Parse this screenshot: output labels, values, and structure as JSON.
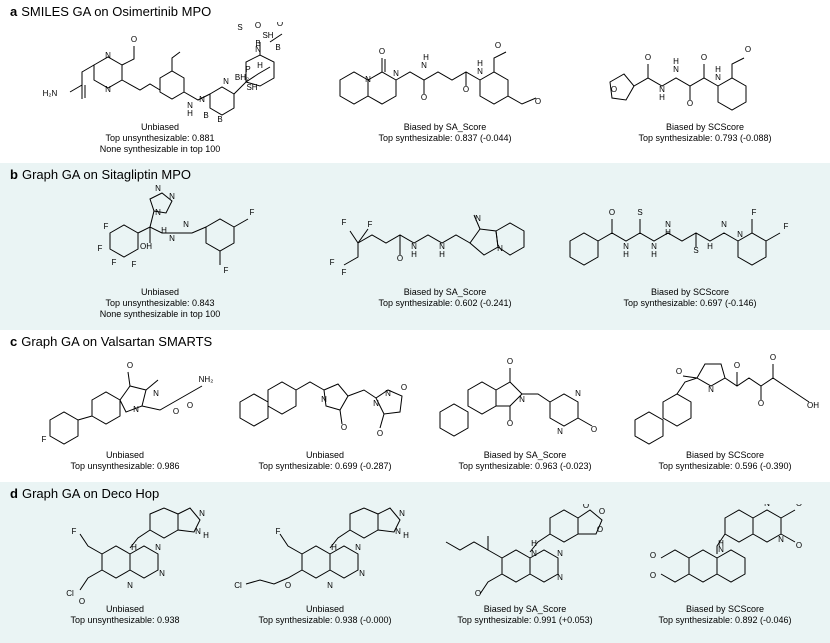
{
  "panels": [
    {
      "letter": "a",
      "title": "SMILES GA on Osimertinib MPO",
      "molecules": [
        {
          "lines": [
            "Unbiased",
            "Top unsynthesizable: 0.881",
            "None synthesizable in top 100"
          ],
          "atom_labels": [
            "O",
            "H₂N",
            "N",
            "N",
            "BH₂",
            "N",
            "H",
            "SH",
            "N",
            "N",
            "N",
            "H",
            "B",
            "B",
            "P",
            "SH",
            "S",
            "O",
            "O",
            "B",
            "B"
          ]
        },
        {
          "lines": [
            "Biased by SA_Score",
            "Top synthesizable: 0.837 (-0.044)"
          ],
          "atom_labels": [
            "O",
            "N",
            "N",
            "O",
            "N",
            "H",
            "O",
            "N",
            "H",
            "O",
            "O"
          ]
        },
        {
          "lines": [
            "Biased by SCScore",
            "Top synthesizable: 0.793 (-0.088)"
          ],
          "atom_labels": [
            "O",
            "O",
            "N",
            "H",
            "N",
            "H",
            "O",
            "O",
            "N",
            "H",
            "O"
          ]
        }
      ]
    },
    {
      "letter": "b",
      "title": "Graph GA on Sitagliptin MPO",
      "molecules": [
        {
          "lines": [
            "Unbiased",
            "Top unsynthesizable: 0.843",
            "None synthesizable in top 100"
          ],
          "atom_labels": [
            "N",
            "N",
            "N",
            "F",
            "F",
            "F",
            "F",
            "OH",
            "H",
            "N",
            "N",
            "F",
            "F"
          ]
        },
        {
          "lines": [
            "Biased by SA_Score",
            "Top synthesizable: 0.602 (-0.241)"
          ],
          "atom_labels": [
            "F",
            "F",
            "F",
            "F",
            "O",
            "N",
            "H",
            "N",
            "H",
            "N",
            "N"
          ]
        },
        {
          "lines": [
            "Biased by SCScore",
            "Top synthesizable: 0.697 (-0.146)"
          ],
          "atom_labels": [
            "O",
            "N",
            "H",
            "S",
            "N",
            "H",
            "N",
            "H",
            "S",
            "H",
            "N",
            "N",
            "F",
            "F"
          ]
        }
      ]
    },
    {
      "letter": "c",
      "title": "Graph GA on Valsartan SMARTS",
      "molecules": [
        {
          "lines": [
            "Unbiased",
            "Top unsynthesizable: 0.986"
          ],
          "atom_labels": [
            "O",
            "N",
            "NH₂",
            "O",
            "O",
            "N",
            "F"
          ]
        },
        {
          "lines": [
            "Unbiased",
            "Top synthesizable: 0.699 (-0.287)"
          ],
          "atom_labels": [
            "N",
            "O",
            "N",
            "O",
            "N",
            "O"
          ]
        },
        {
          "lines": [
            "Biased by SA_Score",
            "Top synthesizable: 0.963 (-0.023)"
          ],
          "atom_labels": [
            "O",
            "N",
            "O",
            "N",
            "N",
            "O"
          ]
        },
        {
          "lines": [
            "Biased by SCScore",
            "Top synthesizable: 0.596 (-0.390)"
          ],
          "atom_labels": [
            "O",
            "N",
            "O",
            "O",
            "O",
            "OH"
          ]
        }
      ]
    },
    {
      "letter": "d",
      "title": "Graph GA on Deco Hop",
      "molecules": [
        {
          "lines": [
            "Unbiased",
            "Top unsynthesizable: 0.938"
          ],
          "atom_labels": [
            "N",
            "N",
            "H",
            "H",
            "N",
            "N",
            "N",
            "F",
            "Cl",
            "O"
          ]
        },
        {
          "lines": [
            "Unbiased",
            "Top synthesizable: 0.938 (-0.000)"
          ],
          "atom_labels": [
            "N",
            "N",
            "H",
            "H",
            "N",
            "N",
            "N",
            "F",
            "Cl",
            "O"
          ]
        },
        {
          "lines": [
            "Biased by SA_Score",
            "Top synthesizable: 0.991 (+0.053)"
          ],
          "atom_labels": [
            "O",
            "O",
            "O",
            "H",
            "N",
            "N",
            "N",
            "O"
          ]
        },
        {
          "lines": [
            "Biased by SCScore",
            "Top synthesizable: 0.892 (-0.046)"
          ],
          "atom_labels": [
            "N",
            "N",
            "H",
            "N",
            "O",
            "O",
            "O",
            "O"
          ]
        }
      ]
    }
  ]
}
